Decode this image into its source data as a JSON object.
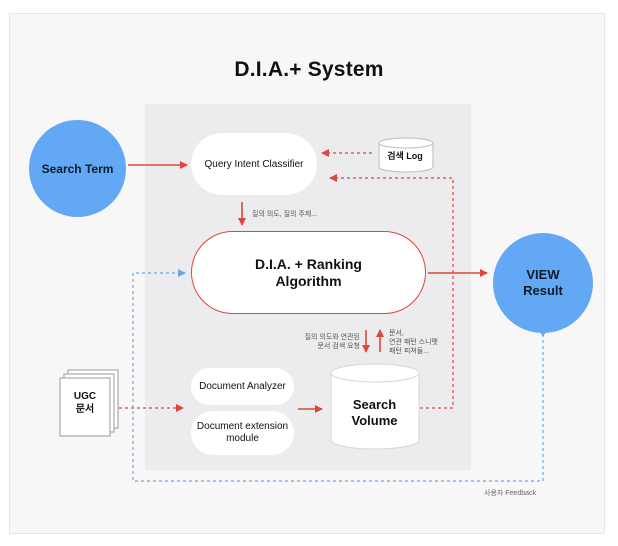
{
  "title": "D.I.A.+ System",
  "nodes": {
    "search_term": "Search Term",
    "view_line1": "VIEW",
    "view_line2": "Result",
    "query_intent_classifier": "Query Intent Classifier",
    "search_log": "검색 Log",
    "dia_line1": "D.I.A. + Ranking",
    "dia_line2": "Algorithm",
    "document_analyzer": "Document Analyzer",
    "doc_ext_line1": "Document extension",
    "doc_ext_line2": "module",
    "search_volume_line1": "Search",
    "search_volume_line2": "Volume",
    "ugc_line1": "UGC",
    "ugc_line2": "문서"
  },
  "notes": {
    "query_intent": "질의 의도, 질의 주제...",
    "left_request_line1": "질의 의도와 연관된",
    "left_request_line2": "문서 검색 요청",
    "right_return_line1": "문서,",
    "right_return_line2": "연관 패턴 스니펫",
    "right_return_line3": "패턴 피쳐들...",
    "user_feedback": "사용자 Feedback"
  },
  "colors": {
    "accent_red": "#e0453d",
    "accent_blue": "#63a8f5",
    "feedback_blue": "#6aa7e8"
  }
}
